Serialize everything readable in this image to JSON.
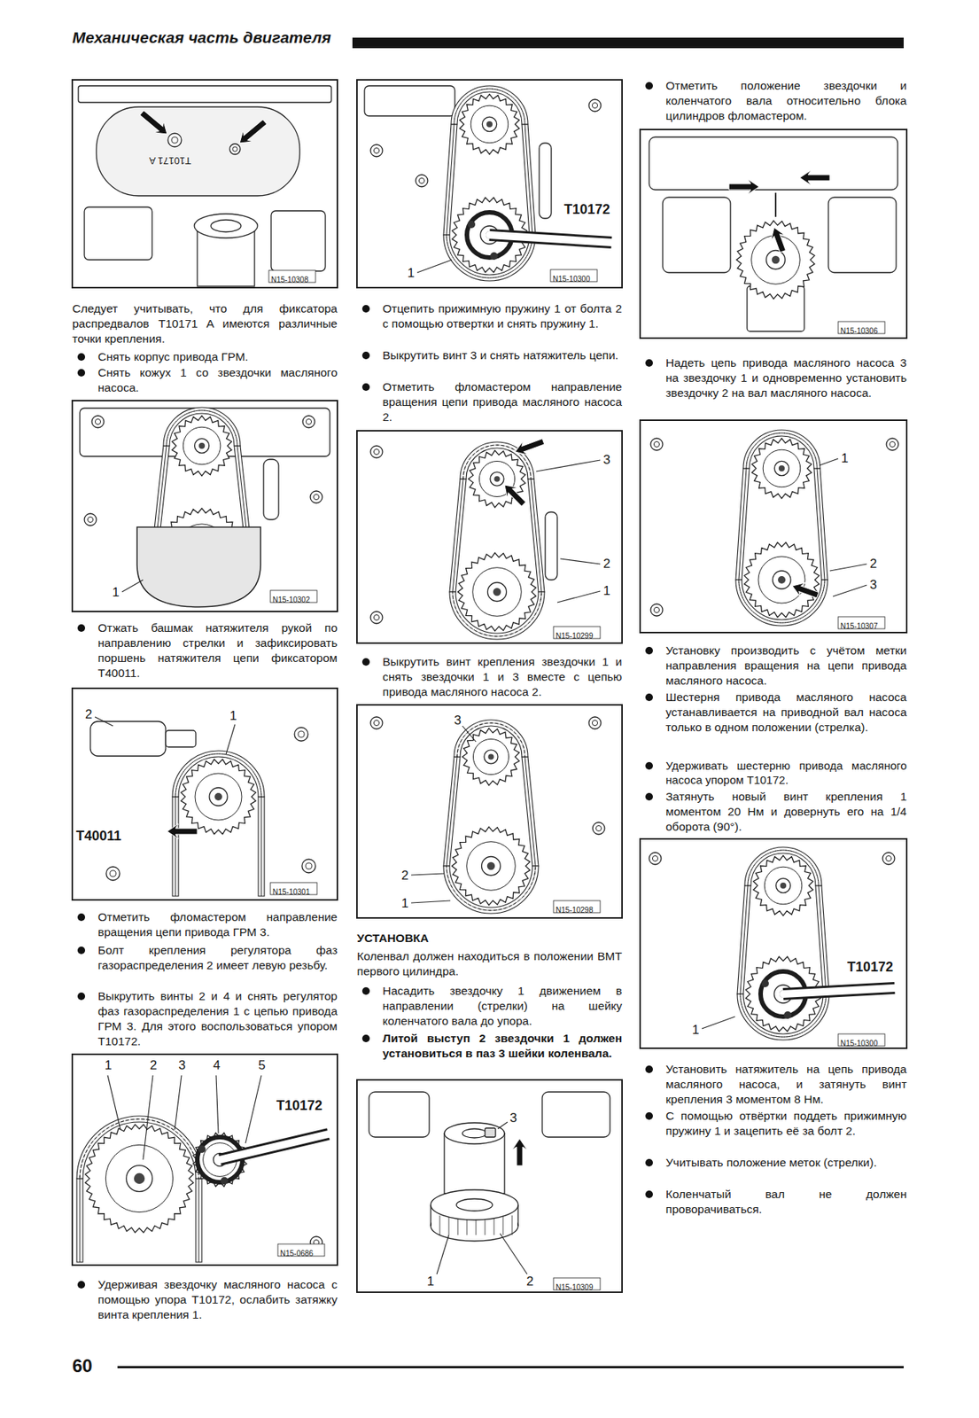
{
  "diagram": {
    "title": "Механическая часть двигателя",
    "labels": [
      "T10171 A",
      "N15-10308",
      "Следует учитывать, что для фиксатора распредвалов T10171 A имеются различные точки крепления.",
      "Снять корпус привода ГРМ.",
      "Снять кожух 1 со звездочки масляного насоса.",
      "1",
      "N15-10302",
      "Отжать башмак натяжителя рукой по направлению стрелки и зафиксировать поршень натяжителя цепи фиксатором T40011.",
      "2",
      "1",
      "T40011",
      "N15-10301",
      "Отметить фломастером направление вращения цепи привода ГРМ 3.",
      "Болт крепления регулятора фаз газораспределения 2 имеет левую резьбу.",
      "Выкрутить винты 2 и 4 и снять регулятор фаз газораспределения 1 с цепью привода ГРМ 3. Для этого воспользоваться упором T10172.",
      "1",
      "2",
      "3",
      "4",
      "5",
      "T10172",
      "N15-0686",
      "Удерживая звездочку масляного насоса с помощью упора T10172, ослабить затяжку винта крепления 1.",
      "T10172",
      "1",
      "N15-10300",
      "Отцепить прижимную пружину 1 от болта 2 с помощью отвертки и снять пружину 1.",
      "Выкрутить винт 3 и снять натяжитель цепи.",
      "Отметить фломастером направление вращения цепи привода масляного насоса 2.",
      "3",
      "2",
      "1",
      "N15-10299",
      "Выкрутить винт крепления звездочки 1 и снять звездочки 1 и 3 вместе с цепью привода масляного насоса 2.",
      "3",
      "2",
      "1",
      "N15-10298",
      "УСТАНОВКА",
      "Коленвал должен находиться в положении ВМТ первого цилиндра.",
      "Насадить звездочку 1 движением в направлении (стрелки) на шейку коленчатого вала до упора.",
      "Литой выступ 2 звездочки 1 должен установиться в паз 3 шейки коленвала.",
      "3",
      "1",
      "2",
      "N15-10309",
      "Отметить положение звездочки и коленчатого вала относительно блока цилиндров фломастером.",
      "N15-10306",
      "Надеть цепь привода масляного насоса 3 на звездочку 1 и одновременно установить звездочку 2 на вал масляного насоса.",
      "1",
      "2",
      "3",
      "N15-10307",
      "Установку производить с учётом метки направления вращения на цепи привода масляного насоса.",
      "Шестерня привода масляного насоса устанавливается на приводной вал насоса только в одном положении (стрелка).",
      "Удерживать шестерню привода масляного насоса упором T10172.",
      "Затянуть новый винт крепления 1 моментом 20 Нм и довернуть его на 1/4 оборота (90°).",
      "T10172",
      "1",
      "N15-10300",
      "Установить натяжитель на цепь привода масляного насоса, и затянуть винт крепления 3 моментом 8 Нм.",
      "С помощью отвёртки поддеть прижимную пружину 1 и зацепить её за болт 2.",
      "Учитывать положение меток (стрелки).",
      "Коленчатый вал не должен проворачиваться.",
      "60"
    ]
  }
}
